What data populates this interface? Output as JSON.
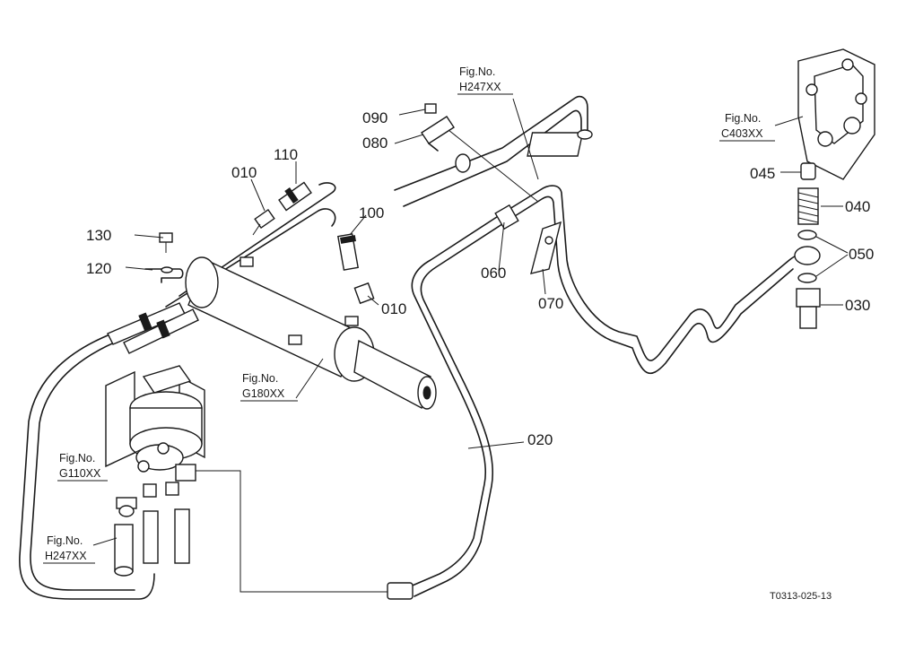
{
  "parts": {
    "p010a": "010",
    "p010b": "010",
    "p020": "020",
    "p030": "030",
    "p040": "040",
    "p045": "045",
    "p050": "050",
    "p060": "060",
    "p070": "070",
    "p080": "080",
    "p090": "090",
    "p100": "100",
    "p110": "110",
    "p120": "120",
    "p130": "130"
  },
  "fig_refs": {
    "h247_top": {
      "label": "Fig.No.",
      "code": "H247XX"
    },
    "c403": {
      "label": "Fig.No.",
      "code": "C403XX"
    },
    "g180": {
      "label": "Fig.No.",
      "code": "G180XX"
    },
    "g110": {
      "label": "Fig.No.",
      "code": "G110XX"
    },
    "h247_bottom": {
      "label": "Fig.No.",
      "code": "H247XX"
    }
  },
  "drawing_code": "T0313-025-13"
}
